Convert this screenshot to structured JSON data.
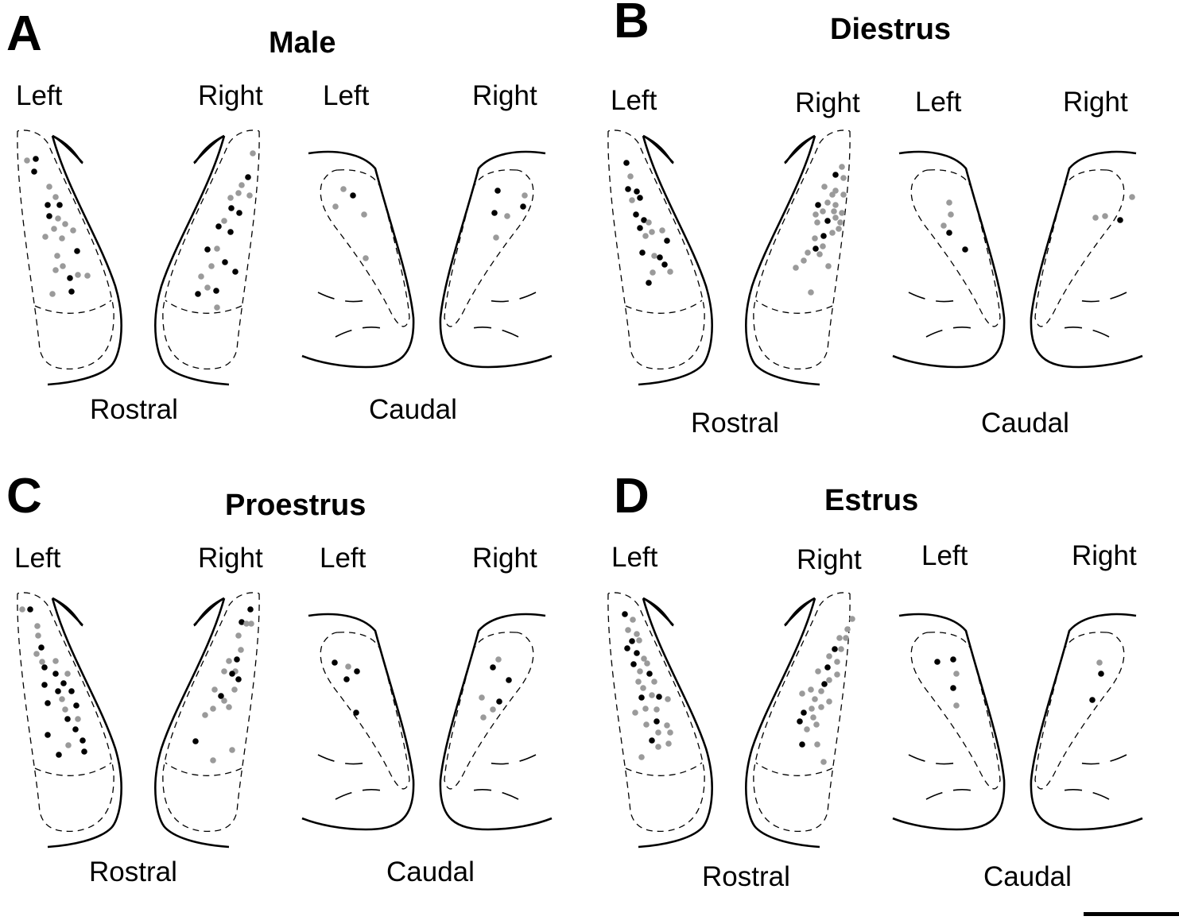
{
  "panels": [
    {
      "letter": "A",
      "title": "Male",
      "labels": {
        "rostral_left": "Left",
        "rostral_right": "Right",
        "caudal_left": "Left",
        "caudal_right": "Right",
        "rostral": "Rostral",
        "caudal": "Caudal"
      }
    },
    {
      "letter": "B",
      "title": "Diestrus",
      "labels": {
        "rostral_left": "Left",
        "rostral_right": "Right",
        "caudal_left": "Left",
        "caudal_right": "Right",
        "rostral": "Rostral",
        "caudal": "Caudal"
      }
    },
    {
      "letter": "C",
      "title": "Proestrus",
      "labels": {
        "rostral_left": "Left",
        "rostral_right": "Right",
        "caudal_left": "Left",
        "caudal_right": "Right",
        "rostral": "Rostral",
        "caudal": "Caudal"
      }
    },
    {
      "letter": "D",
      "title": "Estrus",
      "labels": {
        "rostral_left": "Left",
        "rostral_right": "Right",
        "caudal_left": "Left",
        "caudal_right": "Right",
        "rostral": "Rostral",
        "caudal": "Caudal"
      }
    }
  ],
  "colors": {
    "black_dot": "#000000",
    "gray_dot": "#9a9a9a",
    "line": "#000000"
  }
}
